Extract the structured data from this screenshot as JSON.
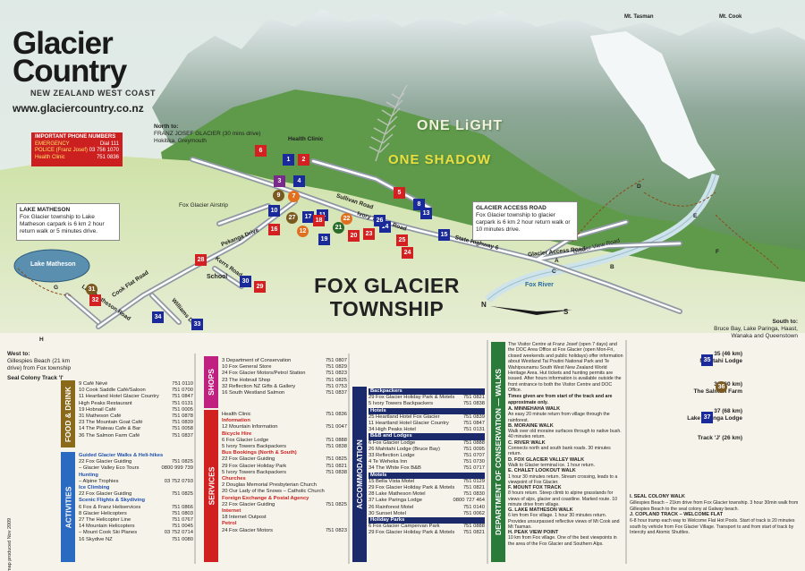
{
  "logo": {
    "line1": "Glacier",
    "line2": "Country",
    "tagline": "NEW ZEALAND WEST COAST",
    "url": "www.glaciercountry.co.nz"
  },
  "watermark": {
    "line1": "ONE LiGHT",
    "line2": "ONE SHADOW"
  },
  "phone": {
    "title": "IMPORTANT PHONE NUMBERS",
    "rows": [
      {
        "k": "EMERGENCY",
        "v": "Dial 111"
      },
      {
        "k": "POLICE (Franz Josef)",
        "v": "03 756 1070"
      },
      {
        "k": "Health Clinic",
        "v": "751 0836"
      }
    ]
  },
  "peaks": {
    "tasman": "Mt. Tasman",
    "cook": "Mt. Cook"
  },
  "north": {
    "title": "North to:",
    "line2": "FRANZ JOSEF GLACIER (30 mins drive)",
    "line3": "Hokitika, Greymouth"
  },
  "labels": {
    "health_clinic": "Health Clinic",
    "airstrip": "Fox Glacier Airstrip",
    "sullivan": "Sullivan Road",
    "ivory": "Ivory Towers Road",
    "sh6": "State Highway 6",
    "access_road": "Glacier Access Road",
    "view_road": "Glacier View Road",
    "pekanga": "Pekanga Drive",
    "kerrs": "Kerrs Road",
    "cook_flat": "Cook Flat Road",
    "matheson_rd": "Lake Matheson Road",
    "williams": "Williams Drive",
    "school": "School",
    "lake": "Lake Matheson",
    "fox_river": "Fox River",
    "north_arrow_n": "N",
    "north_arrow_s": "S"
  },
  "lake_callout": {
    "title": "LAKE MATHESON",
    "text": "Fox Glacier township to Lake Matheson carpark is 6 km 2 hour return walk or 5 minutes drive."
  },
  "access_callout": {
    "title": "GLACIER ACCESS ROAD",
    "text": "Fox Glacier township to glacier carpark is 6 km 2 hour return walk or 10 minutes drive."
  },
  "map_title": {
    "line1": "FOX GLACIER",
    "line2": "TOWNSHIP"
  },
  "west": {
    "title": "West to:",
    "text": "Gillespies Beach (21 km drive) from Fox township",
    "track": "Seal Colony Track 'I'"
  },
  "south": {
    "title": "South to:",
    "text": "Bruce Bay, Lake Paringa, Haast, Wanaka and Queenstown"
  },
  "distances": [
    {
      "tag": "35 (46 km)",
      "name": "Mahitahi Lodge"
    },
    {
      "tag": "36 (60 km)",
      "name": "The Salmon Farm"
    },
    {
      "tag": "37 (68 km)",
      "name": "Lake Paringa Lodge"
    },
    {
      "tag": "Track 'J' (26 km)",
      "name": ""
    }
  ],
  "sections": {
    "food": "FOOD & DRINK",
    "activities": "ACTIVITIES",
    "shops": "SHOPS",
    "services": "SERVICES",
    "accommodation": "ACCOMMODATION",
    "doc": "DEPARTMENT OF CONSERVATION — WALKS"
  },
  "food": [
    [
      "9",
      "Café Névé",
      "751 0110"
    ],
    [
      "10",
      "Cook Saddle Café/Saloon",
      "751 0700"
    ],
    [
      "11",
      "Heartland Hotel Glacier Country",
      "751 0847"
    ],
    [
      "",
      "High Peaks Restaurant",
      "751 0131"
    ],
    [
      "19",
      "Hobnail Café",
      "751 0005"
    ],
    [
      "31",
      "Matheson Café",
      "751 0878"
    ],
    [
      "23",
      "The Mountain Goat Café",
      "751 0839"
    ],
    [
      "14",
      "The Plateau Cafe & Bar",
      "751 0058"
    ],
    [
      "36",
      "The Salmon Farm Café",
      "751 0837"
    ]
  ],
  "activities": {
    "h1": "Guided Glacier Walks & Heli-hikes",
    "a1": [
      [
        "22",
        "Fox Glacier Guiding",
        "751 0825"
      ],
      [
        "",
        "– Glacier Valley Eco Tours",
        "0800 999 739"
      ]
    ],
    "h2": "Hunting",
    "a2": [
      [
        "",
        "– Alpine Trophies",
        "03 752 0793"
      ]
    ],
    "h3": "Ice Climbing",
    "a3": [
      [
        "22",
        "Fox Glacier Guiding",
        "751 0825"
      ]
    ],
    "h4": "Scenic Flights & Skydiving",
    "a4": [
      [
        "6",
        "Fox & Franz Heliservices",
        "751 0866"
      ],
      [
        "8",
        "Glacier Helicopters",
        "751 0803"
      ],
      [
        "27",
        "The Helicopter Line",
        "751 0767"
      ],
      [
        "14",
        "Mountain Helicopters",
        "751 0045"
      ],
      [
        "",
        "– Mount Cook Ski Planes",
        "03 752 0714"
      ],
      [
        "16",
        "Skydive NZ",
        "751 0080"
      ]
    ]
  },
  "shops": [
    [
      "3",
      "Department of Conservation",
      "751 0807"
    ],
    [
      "10",
      "Fox General Store",
      "751 0829"
    ],
    [
      "24",
      "Fox Glacier Motors/Petrol Station",
      "751 0823"
    ],
    [
      "23",
      "The Hobnail Shop",
      "751 0825"
    ],
    [
      "32",
      "Reflection NZ Gifts & Gallery",
      "751 0753"
    ],
    [
      "16",
      "South Westland Salmon",
      "751 0837"
    ]
  ],
  "services": {
    "clinic": [
      "",
      "Health Clinic",
      "751 0836"
    ],
    "h1": "Information",
    "s1": [
      [
        "12",
        "Mountain Information",
        "751 0047"
      ]
    ],
    "h2": "Bicycle Hire",
    "s2": [
      [
        "6",
        "Fox Glacier Lodge",
        "751 0888"
      ],
      [
        "5",
        "Ivory Towers Backpackers",
        "751 0838"
      ]
    ],
    "h3": "Bus Bookings (North & South)",
    "s3": [
      [
        "22",
        "Fox Glacier Guiding",
        "751 0825"
      ],
      [
        "29",
        "Fox Glacier Holiday Park",
        "751 0821"
      ],
      [
        "5",
        "Ivory Towers Backpackers",
        "751 0838"
      ]
    ],
    "h4": "Churches",
    "s4": [
      [
        "2",
        "Douglas Memorial Presbyterian Church",
        ""
      ],
      [
        "20",
        "Our Lady of the Snows – Catholic Church",
        ""
      ]
    ],
    "h5": "Foreign Exchange & Postal Agency",
    "s5": [
      [
        "22",
        "Fox Glacier Guiding",
        "751 0825"
      ]
    ],
    "h6": "Internet",
    "s6": [
      [
        "18",
        "Internet Outpost",
        ""
      ]
    ],
    "h7": "Petrol",
    "s7": [
      [
        "24",
        "Fox Glacier Motors",
        "751 0823"
      ]
    ]
  },
  "accommodation": {
    "h1": "Backpackers",
    "a1": [
      [
        "29",
        "Fox Glacier Holiday Park & Motels",
        "751 0821"
      ],
      [
        "5",
        "Ivory Towers Backpackers",
        "751 0838"
      ]
    ],
    "h2": "Hotels",
    "a2": [
      [
        "25",
        "Heartland Hotel Fox Glacier",
        "751 0839"
      ],
      [
        "11",
        "Heartland Hotel Glacier Country",
        "751 0847"
      ],
      [
        "34",
        "High Peaks Hotel",
        "751 0131"
      ]
    ],
    "h3": "B&B and Lodges",
    "a3": [
      [
        "6",
        "Fox Glacier Lodge",
        "751 0888"
      ],
      [
        "26",
        "Mahitahi Lodge (Bruce Bay)",
        "751 0095"
      ],
      [
        "33",
        "Reflection Lodge",
        "751 0707"
      ],
      [
        "4",
        "Te Weheka Inn",
        "751 0730"
      ],
      [
        "34",
        "The White Fox B&B",
        "751 0717"
      ]
    ],
    "h4": "Motels",
    "a4": [
      [
        "15",
        "Bella Vista Motel",
        "751 0129"
      ],
      [
        "29",
        "Fox Glacier Holiday Park & Motels",
        "751 0821"
      ],
      [
        "28",
        "Lake Matheson Motel",
        "751 0830"
      ],
      [
        "37",
        "Lake Paringa Lodge",
        "0800 727 464"
      ],
      [
        "26",
        "Rainforest Motel",
        "751 0140"
      ],
      [
        "30",
        "Sunset Motel",
        "751 0062"
      ]
    ],
    "h5": "Holiday Parks",
    "a5": [
      [
        "6",
        "Fox Glacier Campervan Park",
        "751 0888"
      ],
      [
        "29",
        "Fox Glacier Holiday Park & Motels",
        "751 0821"
      ]
    ]
  },
  "doc_intro": "The Visitor Centre at Franz Josef (open 7 days) and the DOC Area Office at Fox Glacier (open Mon-Fri, closed weekends and public holidays) offer information about Westland Tai Poutini National Park and Te Wahipounamu South West New Zealand World Heritage Area. Hut tickets and hunting permits are issued. After hours information is available outside the front entrance to both the Visitor Centre and DOC Office.",
  "doc_note": "Times given are from start of the track and are approximate only.",
  "walks": [
    {
      "h": "A. MINNEHAHA WALK",
      "t": "An easy 20 minute return from village through the rainforest."
    },
    {
      "h": "B. MORAINE WALK",
      "t": "Walk over old moraine surfaces through to native bush. 40 minutes return."
    },
    {
      "h": "C. RIVER WALK",
      "t": "Connects north and south bank roads. 30 minutes return."
    },
    {
      "h": "D. FOX GLACIER VALLEY WALK",
      "t": "Walk to Glacier terminal ice. 1 hour return."
    },
    {
      "h": "E. CHALET LOOKOUT WALK",
      "t": "1 hour 30 minutes return. Stream crossing, leads to a viewpoint of Fox Glacier."
    },
    {
      "h": "F. MOUNT FOX TRACK",
      "t": "8 hours return. Steep climb to alpine grasslands for views of alps, glacier and coastline. Marked route. 10 minute drive from village."
    },
    {
      "h": "G. LAKE MATHESON WALK",
      "t": "6 km from Fox village. 1 hour 30 minutes return. Provides unsurpassed reflective views of Mt Cook and Mt Tasman."
    },
    {
      "h": "H. PEAK VIEW POINT",
      "t": "10 km from Fox village. One of the best viewpoints in the area of the Fox Glacier and Southern Alps."
    }
  ],
  "walks2": [
    {
      "h": "I. SEAL COLONY WALK",
      "t": "Gillespies Beach – 21km drive from Fox Glacier township. 3 hour 30min walk from Gillespies Beach to the seal colony at Galway beach."
    },
    {
      "h": "J. COPLAND TRACK – WELCOME FLAT",
      "t": "6-8 hour tramp each way to Welcome Flat Hot Pools. Start of track is 20 minutes south by vehicle from Fox Glacier Village. Transport to and from start of track by Intercity and Atomic Shuttles."
    }
  ],
  "credit": "map produced Nov 2009",
  "markers": [
    "1",
    "2",
    "3",
    "4",
    "5",
    "6",
    "7",
    "8",
    "9",
    "10",
    "11",
    "12",
    "13",
    "14",
    "15",
    "16",
    "17",
    "18",
    "19",
    "20",
    "21",
    "22",
    "23",
    "24",
    "25",
    "26",
    "27",
    "28",
    "29",
    "30",
    "31",
    "32",
    "33",
    "34",
    "35",
    "36",
    "37"
  ],
  "colors": {
    "red": "#d42020",
    "blue": "#1a2a9a",
    "orange": "#e07020",
    "green": "#2a6a2a",
    "brown": "#7a5a20",
    "purple": "#7a2a8a",
    "food": "#8a6a1a",
    "activities": "#2a6ac0",
    "shops": "#c02080",
    "services": "#d02020",
    "accommodation": "#1a2a6a",
    "doc": "#2a7a3a"
  }
}
